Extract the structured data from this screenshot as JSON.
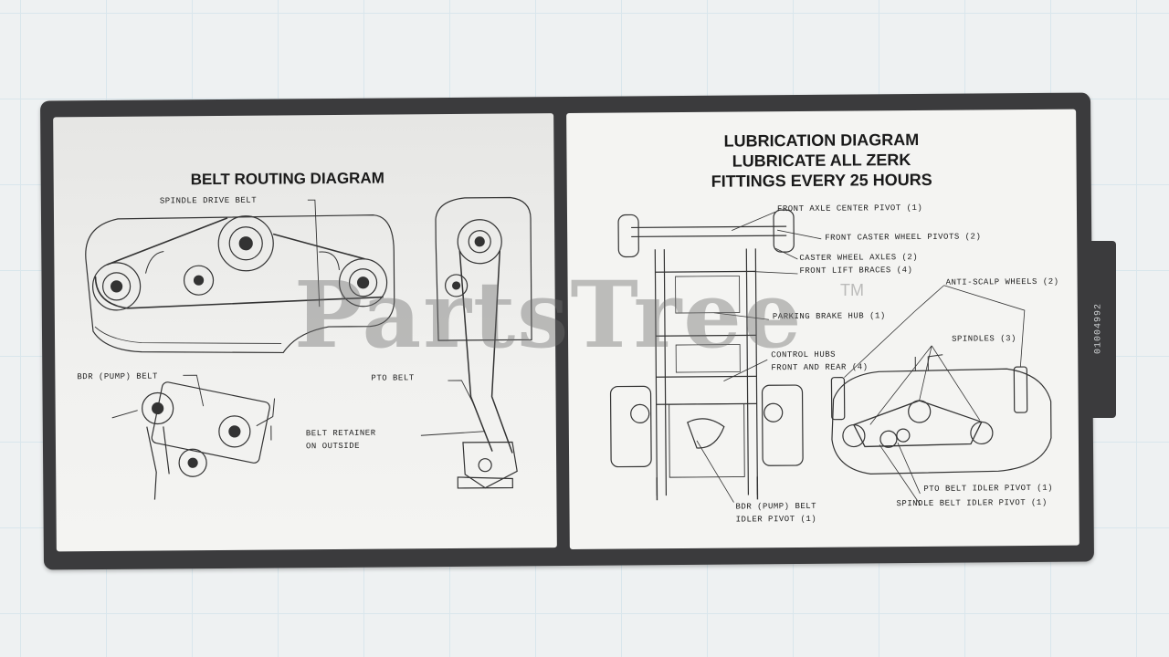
{
  "part_number": "01004992",
  "belt_panel": {
    "title": "BELT ROUTING DIAGRAM",
    "labels": {
      "spindle_drive_belt": "SPINDLE DRIVE BELT",
      "bdr_pump_belt": "BDR (PUMP) BELT",
      "pto_belt": "PTO BELT",
      "belt_retainer_line1": "BELT RETAINER",
      "belt_retainer_line2": "ON OUTSIDE"
    }
  },
  "lube_panel": {
    "title_lines": [
      "LUBRICATION DIAGRAM",
      "LUBRICATE ALL ZERK",
      "FITTINGS EVERY 25 HOURS"
    ],
    "labels": {
      "front_axle_center_pivot": "FRONT AXLE CENTER PIVOT (1)",
      "front_caster_wheel_pivots": "FRONT CASTER WHEEL PIVOTS (2)",
      "caster_wheel_axles": "CASTER WHEEL AXLES (2)",
      "front_lift_braces": "FRONT LIFT BRACES (4)",
      "anti_scalp_wheels": "ANTI-SCALP WHEELS (2)",
      "parking_brake_hub": "PARKING BRAKE HUB (1)",
      "spindles": "SPINDLES (3)",
      "control_hubs_line1": "CONTROL HUBS",
      "control_hubs_line2": "FRONT AND REAR (4)",
      "pto_belt_idler_pivot": "PTO BELT IDLER PIVOT (1)",
      "spindle_belt_idler_pivot": "SPINDLE BELT IDLER PIVOT (1)",
      "bdr_pump_belt_line1": "BDR (PUMP) BELT",
      "bdr_pump_belt_line2": "IDLER PIVOT (1)"
    }
  },
  "watermark": {
    "text": "PartsTree",
    "trademark": "TM"
  }
}
